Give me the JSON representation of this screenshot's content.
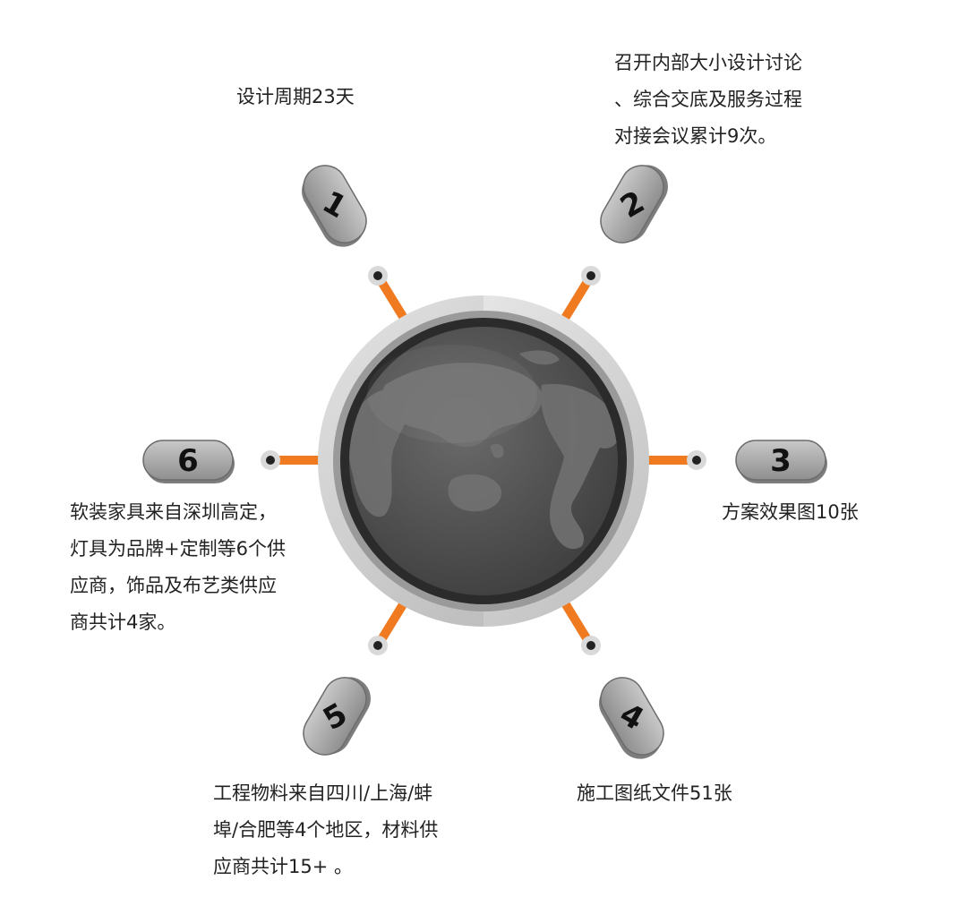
{
  "colors": {
    "accent": "#f07a20",
    "pill": "#a9a9a9",
    "globe": "#555555",
    "land": "#6f6f6f",
    "ring": "#e2e2e2",
    "dot": "#222222"
  },
  "steps": [
    {
      "number": "1",
      "lines": [
        "设计周期23天"
      ]
    },
    {
      "number": "2",
      "lines": [
        "召开内部大小设计讨论",
        "、综合交底及服务过程",
        "对接会议累计9次。"
      ]
    },
    {
      "number": "3",
      "lines": [
        "方案效果图10张"
      ]
    },
    {
      "number": "4",
      "lines": [
        "施工图纸文件51张"
      ]
    },
    {
      "number": "5",
      "lines": [
        "工程物料来自四川/上海/蚌",
        "埠/合肥等4个地区，材料供",
        "应商共计15+ 。"
      ]
    },
    {
      "number": "6",
      "lines": [
        "软装家具来自深圳高定，",
        "灯具为品牌+定制等6个供",
        "应商，饰品及布艺类供应",
        "商共计4家。"
      ]
    }
  ]
}
